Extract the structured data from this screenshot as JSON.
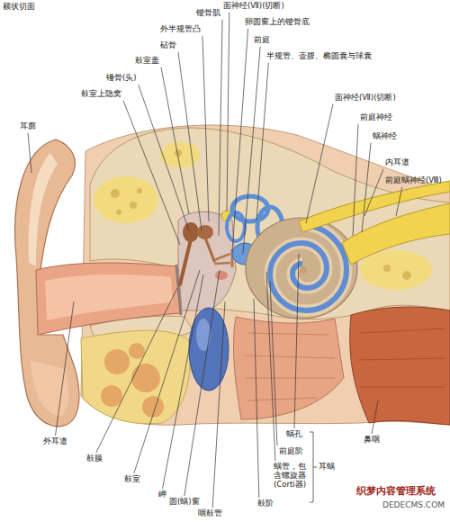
{
  "diagram": {
    "title": "额状切面",
    "labels": [
      "镫骨肌",
      "面神经(Ⅶ)(切断)",
      "外半规管凸",
      "卵圆窗上的镫骨底",
      "砧骨",
      "前庭",
      "鼓室盖",
      "半规管、壶腹、椭圆囊与球囊",
      "锤骨(头)",
      "鼓室上隐窝",
      "耳廓",
      "面神经(Ⅶ)(切断)",
      "前庭神经",
      "蜗神经",
      "内耳道",
      "前庭蜗神经(Ⅷ)",
      "外耳道",
      "鼓膜",
      "鼓室",
      "岬",
      "圆(蜗)窗",
      "咽鼓管",
      "蜗孔",
      "前庭阶",
      "蜗管，包含螺旋器(Corti器)",
      "耳蜗",
      "鼓阶",
      "鼻咽",
      "织梦内容管理系统",
      "DEDECMS.COM"
    ]
  }
}
